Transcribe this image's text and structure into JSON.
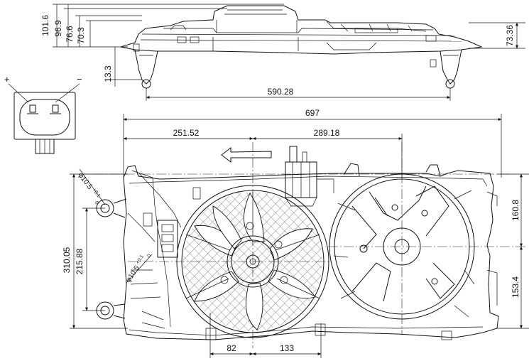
{
  "top_view": {
    "dims": {
      "h_101_6": "101.6",
      "h_96_9": "96.9",
      "h_76_6": "76.6",
      "h_70_3": "70.3",
      "h_13_3": "13.3",
      "w_590_28": "590.28",
      "h_73_36": "73.36"
    }
  },
  "connector": {
    "plus": "+",
    "minus": "−"
  },
  "front_view": {
    "dims": {
      "w_697": "697",
      "w_251_52": "251.52",
      "w_289_18": "289.18",
      "h_310_05": "310.05",
      "h_215_88": "215.88",
      "h_160_8": "160.8",
      "h_153_4": "153.4",
      "w_82": "82",
      "w_133": "133",
      "hole_top": "φ10.5",
      "hole_top_tol": "+0.1",
      "hole_top_tol2": "0",
      "hole_bottom": "φ10.5",
      "hole_bottom_tol": "+0.1",
      "hole_bottom_tol2": "0"
    }
  }
}
